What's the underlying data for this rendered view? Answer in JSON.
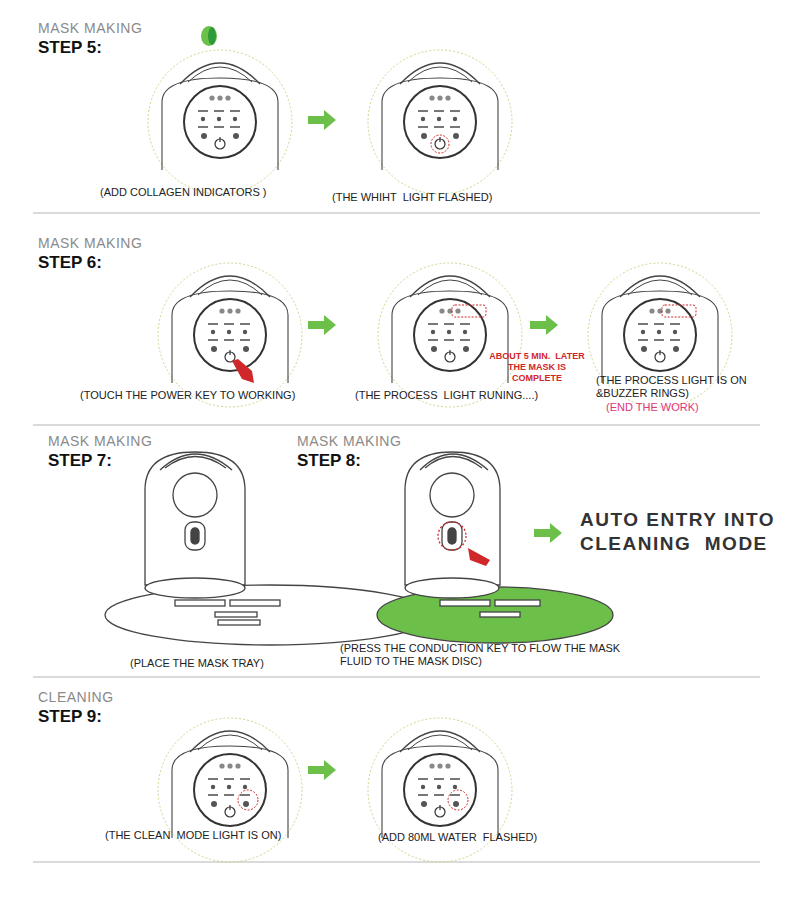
{
  "diagram": {
    "labels": [
      "MASK MAKING",
      "STEP 5:",
      "(ADD COLLAGEN INDICATORS )",
      "(THE WHIHT  LIGHT FLASHED)",
      "MASK MAKING",
      "STEP 6:",
      "(TOUCH THE POWER KEY TO WORKING)",
      "(THE PROCESS  LIGHT RUNING....)",
      "ABOUT 5 MIN.  LATER THE MASK IS COMPLETE",
      "(THE PROCESS LIGHT IS ON &BUZZER RINGS)",
      "(END THE WORK)",
      "MASK MAKING",
      "STEP 7:",
      "MASK MAKING",
      "STEP 8:",
      "AUTO ENTRY INTO CLEANING  MODE",
      "(PLACE THE MASK TRAY)",
      "(PRESS THE CONDUCTION KEY TO FLOW THE MASK FLUID TO THE MASK DISC)",
      "CLEANING",
      "STEP 9:",
      "(THE CLEAN  MODE LIGHT IS ON)",
      "(ADD 80ML WATER  FLASHED)"
    ]
  }
}
